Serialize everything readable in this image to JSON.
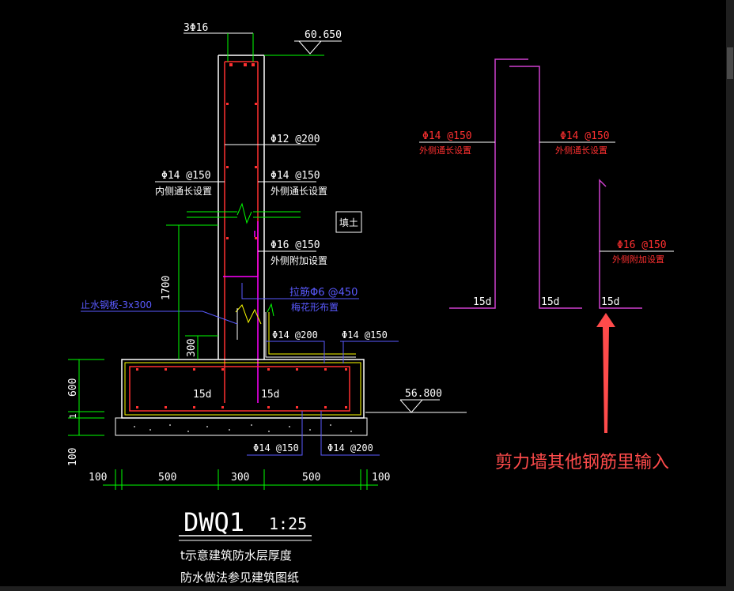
{
  "top": {
    "rebar_top": "3Φ16",
    "elevation_top": "60.650"
  },
  "wall": {
    "rebar_horizontal": "Φ12 @200",
    "inner_vertical": "Φ14 @150",
    "inner_vertical_note": "内侧通长设置",
    "outer_vertical": "Φ14 @150",
    "outer_vertical_note": "外侧通长设置",
    "outer_add": "Φ16 @150",
    "outer_add_note": "外侧附加设置",
    "tie_bar": "拉筋Φ6 @450",
    "tie_bar_note": "梅花形布置",
    "backfill": "填土",
    "waterstop": "止水钢板-3x300"
  },
  "base": {
    "rebar_top_left": "Φ14 @200",
    "rebar_top_right": "Φ14 @150",
    "rebar_bottom_left": "Φ14 @150",
    "rebar_bottom_right": "Φ14 @200",
    "anchor_left": "15d",
    "anchor_right": "15d",
    "elevation_base": "56.800"
  },
  "dims": {
    "h_1700": "1700",
    "h_300": "300",
    "h_600": "600",
    "h_1": "1",
    "h_100": "100",
    "w_100a": "100",
    "w_500a": "500",
    "w_300": "300",
    "w_500b": "500",
    "w_100b": "100"
  },
  "title": {
    "name": "DWQ1",
    "scale": "1:25",
    "note1": "t示意建筑防水层厚度",
    "note2": "防水做法参见建筑图纸"
  },
  "sketch": {
    "bar1_label": "Φ14 @150",
    "bar1_note": "外侧通长设置",
    "bar1_anchor": "15d",
    "bar2_label": "Φ14 @150",
    "bar2_note": "外侧通长设置",
    "bar2_anchor": "15d",
    "bar3_label": "Φ16 @150",
    "bar3_note": "外侧附加设置",
    "bar3_anchor": "15d"
  },
  "annotation": {
    "text": "剪力墙其他钢筋里输入",
    "color": "#ff4b4b"
  }
}
